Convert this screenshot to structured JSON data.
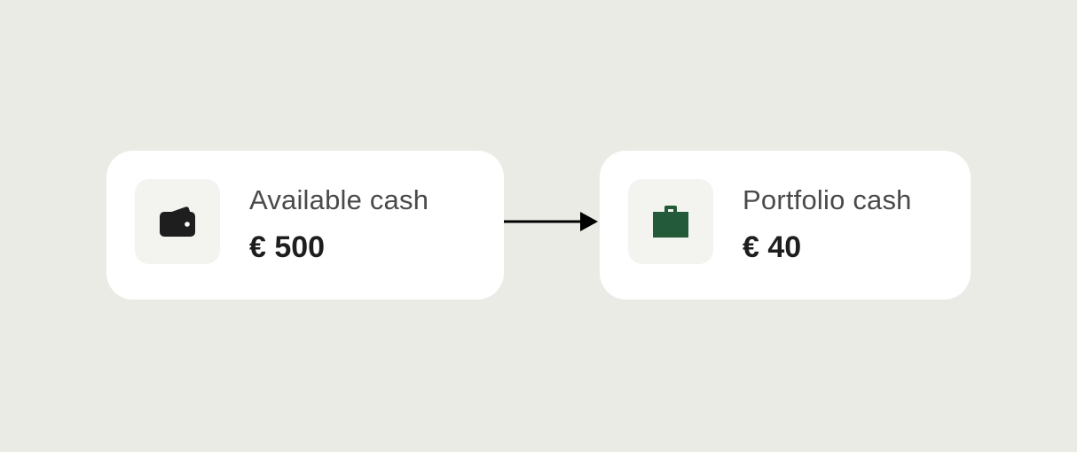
{
  "source_card": {
    "icon": "wallet-icon",
    "label": "Available cash",
    "amount": "€ 500"
  },
  "target_card": {
    "icon": "briefcase-icon",
    "label": "Portfolio cash",
    "amount": "€ 40"
  },
  "colors": {
    "background": "#EBEBE6",
    "card": "#FFFFFF",
    "icon_tile": "#F3F3EF",
    "wallet_icon": "#1E1E1E",
    "briefcase_icon": "#235A3A",
    "arrow": "#000000"
  }
}
